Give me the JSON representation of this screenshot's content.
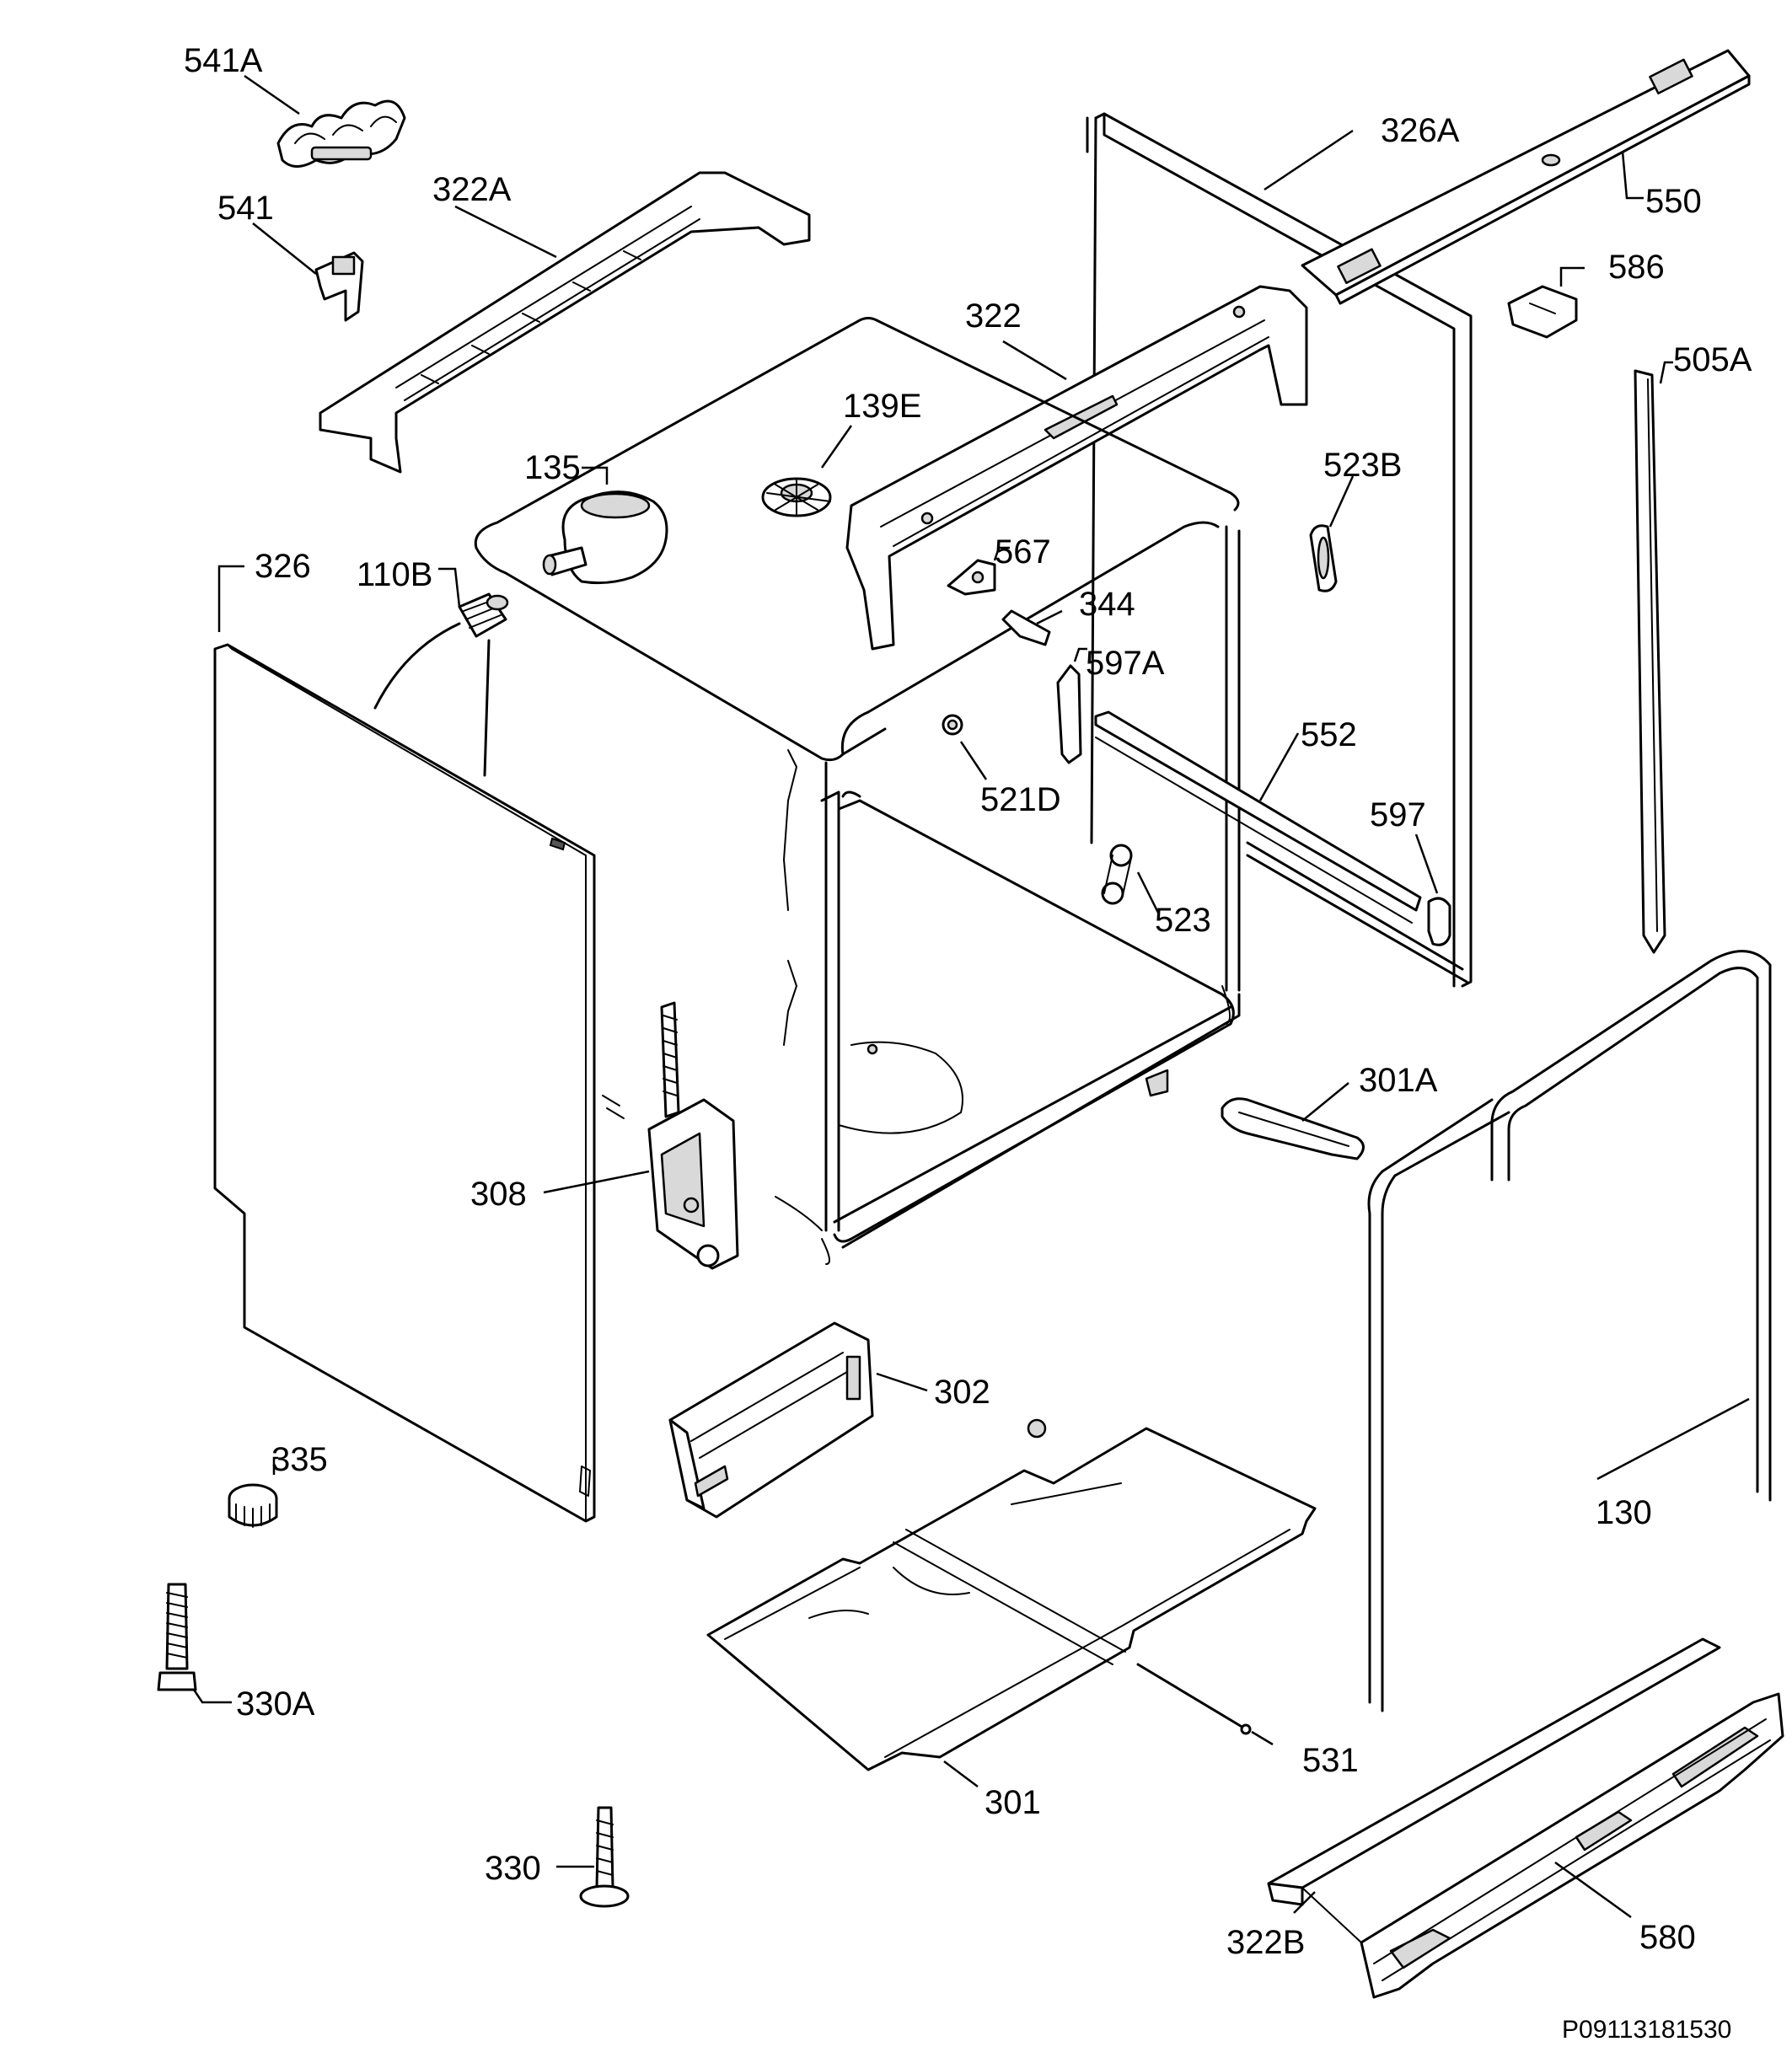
{
  "labels": {
    "p541A": "541A",
    "p541": "541",
    "p322A": "322A",
    "p326A": "326A",
    "p550": "550",
    "p322": "322",
    "p586": "586",
    "p505A": "505A",
    "p139E": "139E",
    "p135": "135",
    "p523B": "523B",
    "p567": "567",
    "p326": "326",
    "p110B": "110B",
    "p344": "344",
    "p597A": "597A",
    "p552": "552",
    "p521D": "521D",
    "p597": "597",
    "p523": "523",
    "p301A": "301A",
    "p308": "308",
    "p302": "302",
    "p335": "335",
    "p130": "130",
    "p330A": "330A",
    "p531": "531",
    "p301": "301",
    "p330": "330",
    "p322B": "322B",
    "p580": "580"
  },
  "reference_code": "P09113181530"
}
